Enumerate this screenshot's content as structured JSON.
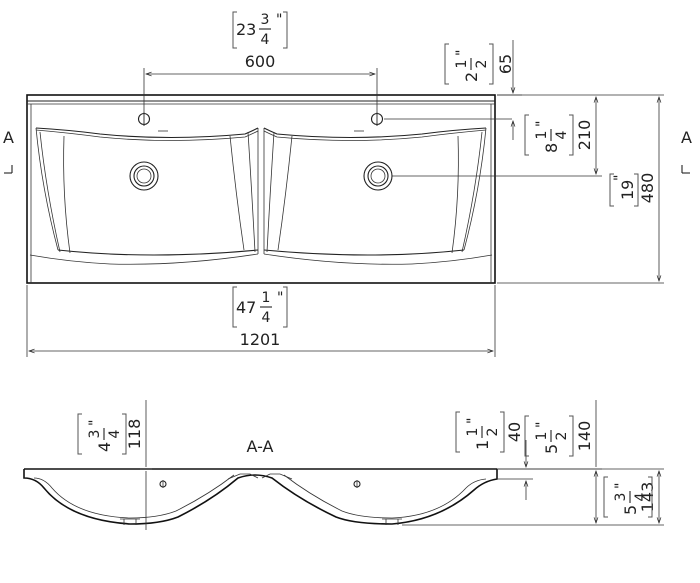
{
  "top_view": {
    "dims": {
      "tap_spacing_mm": "600",
      "tap_spacing_in": {
        "whole": "23",
        "num": "3",
        "den": "4"
      },
      "tap_offset_mm": "65",
      "tap_offset_in": {
        "whole": "2",
        "num": "1",
        "den": "2"
      },
      "drain_offset_mm": "210",
      "drain_offset_in": {
        "whole": "8",
        "num": "1",
        "den": "4"
      },
      "depth_mm": "480",
      "depth_in": "19",
      "width_mm": "1201",
      "width_in": {
        "whole": "47",
        "num": "1",
        "den": "4"
      }
    },
    "section_marker_left": "A",
    "section_marker_right": "A"
  },
  "section_view": {
    "title": "A-A",
    "dims": {
      "rim_height_mm": "118",
      "rim_height_in": {
        "whole": "4",
        "num": "3",
        "den": "4"
      },
      "thickness_mm": "40",
      "thickness_in": {
        "whole": "1",
        "num": "1",
        "den": "2"
      },
      "bowl_depth_mm": "140",
      "bowl_depth_in": {
        "whole": "5",
        "num": "1",
        "den": "2"
      },
      "total_height_mm": "143",
      "total_height_in": {
        "whole": "5",
        "num": "3",
        "den": "4"
      }
    }
  },
  "inch_mark": "\""
}
